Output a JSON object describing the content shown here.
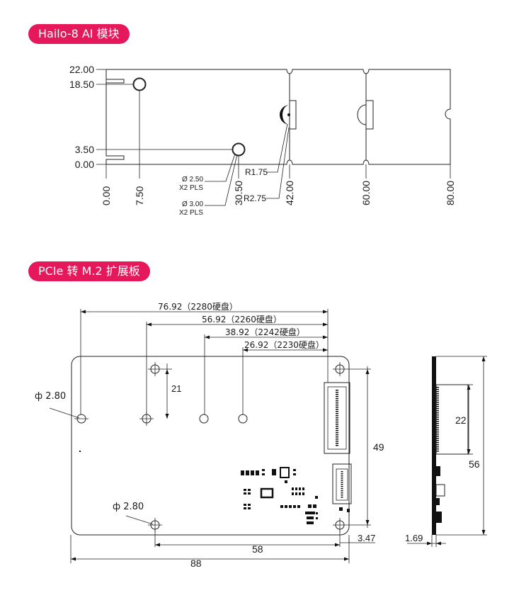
{
  "colors": {
    "pill": "#e4185a",
    "line": "#222222",
    "text": "#1a1a1a"
  },
  "section1": {
    "title": "Hailo-8 AI 模块",
    "y_labels": [
      "22.00",
      "18.50",
      "3.50",
      "0.00"
    ],
    "x_labels": [
      "0.00",
      "7.50",
      "30.50",
      "42.00",
      "60.00",
      "80.00"
    ],
    "hole_small": {
      "diameter": "Ø 2.50",
      "qty": "X2 PLS"
    },
    "hole_large": {
      "diameter": "Ø 3.00",
      "qty": "X2 PLS"
    },
    "radius_1": "R1.75",
    "radius_2": "R2.75"
  },
  "section2": {
    "title": "PCIe 转 M.2 扩展板",
    "dims_top": [
      "76.92（2280硬盘）",
      "56.92（2260硬盘）",
      "38.92（2242硬盘）",
      "26.92（2230硬盘）"
    ],
    "dim_21": "21",
    "dim_49": "49",
    "dim_58": "58",
    "dim_88": "88",
    "dim_347": "3.47",
    "hole_top_left": "ф 2.80",
    "hole_bottom": "ф 2.80",
    "side_22": "22",
    "side_56": "56",
    "side_169": "1.69"
  }
}
